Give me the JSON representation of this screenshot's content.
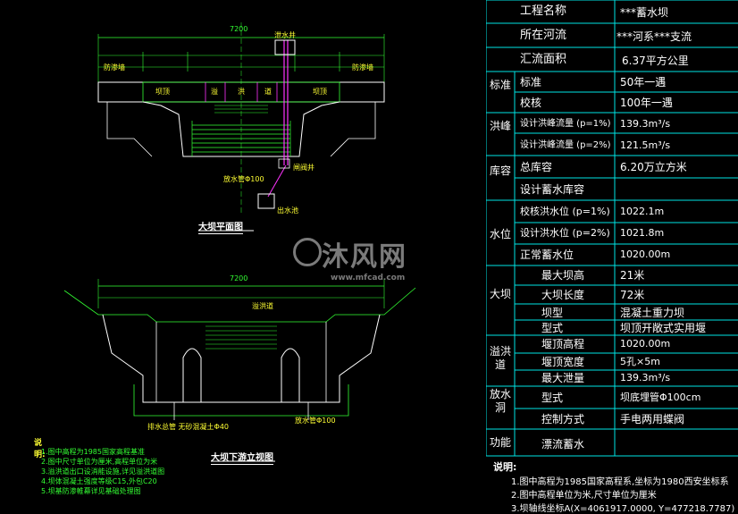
{
  "drawing": {
    "plan_title": "大坝平面图",
    "section_title": "大坝下游立视图",
    "labels": {
      "overflow_plan": "泄水井",
      "fill_left": "防渗墙",
      "fill_right": "防渗墙",
      "dam_crest_left": "坝顶",
      "spillway_mid1": "溢",
      "spillway_mid2": "洪",
      "spillway_mid3": "道",
      "dam_crest_right": "坝顶",
      "outlet_pipe": "放水管Φ100",
      "control_valve": "闸阀井",
      "stilling": "出水池",
      "section_top": "溢洪道",
      "section_pipe": "排水总管 无砂混凝土Φ40",
      "section_pipe_right": "放水管Φ100",
      "dim_total_plan": "7200",
      "dim_total_section": "7200"
    },
    "notes_left": {
      "title": "说明:",
      "lines": [
        "1.图中高程为1985国家高程基准",
        "2.图中尺寸单位为厘米,高程单位为米",
        "3.溢洪道出口设消能设施,详见溢洪道图",
        "4.坝体混凝土强度等级C15,外包C20",
        "5.坝基防渗帷幕详见基础处理图"
      ]
    }
  },
  "table": {
    "rows": [
      {
        "category": "",
        "name": "工程名称",
        "value": "***蓄水坝"
      },
      {
        "category": "",
        "name": "所在河流",
        "value": "***河系***支流"
      },
      {
        "category": "",
        "name": "汇流面积",
        "value": "6.37平方公里"
      },
      {
        "category": "标准",
        "name": "标准",
        "value": "50年一遇"
      },
      {
        "category": "",
        "name": "校核",
        "value": "100年一遇"
      },
      {
        "category": "洪峰",
        "name": "设计洪峰流量 (p=1%)",
        "value": "139.3m³/s"
      },
      {
        "category": "",
        "name": "设计洪峰流量 (p=2%)",
        "value": "121.5m³/s"
      },
      {
        "category": "库容",
        "name": "总库容",
        "value": "6.20万立方米"
      },
      {
        "category": "",
        "name": "设计蓄水库容",
        "value": ""
      },
      {
        "category": "水位",
        "name": "校核洪水位 (p=1%)",
        "value": "1022.1m"
      },
      {
        "category": "",
        "name": "设计洪水位 (p=2%)",
        "value": "1021.8m"
      },
      {
        "category": "",
        "name": "正常蓄水位",
        "value": "1020.00m"
      },
      {
        "category": "大坝",
        "name": "最大坝高",
        "value": "21米"
      },
      {
        "category": "",
        "name": "大坝长度",
        "value": "72米"
      },
      {
        "category": "",
        "name": "坝型",
        "value": "混凝土重力坝"
      },
      {
        "category": "",
        "name": "型式",
        "value": "坝顶开敞式实用堰"
      },
      {
        "category": "溢洪道",
        "name": "堰顶高程",
        "value": "1020.00m"
      },
      {
        "category": "",
        "name": "堰顶宽度",
        "value": "5孔×5m"
      },
      {
        "category": "",
        "name": "最大泄量",
        "value": "139.3m³/s"
      },
      {
        "category": "放水洞",
        "name": "型式",
        "value": "坝底埋管Φ100cm"
      },
      {
        "category": "",
        "name": "控制方式",
        "value": "手电两用蝶阀"
      },
      {
        "category": "功能",
        "name": "漂流蓄水",
        "value": ""
      }
    ],
    "cat_labels": {
      "biaozhun": "标准",
      "hongfeng": "洪峰",
      "kurong": "库容",
      "shuiwei": "水位",
      "daba": "大坝",
      "yihongdao": "溢洪道",
      "fangshuidong": "放水洞",
      "gongneng": "功能"
    },
    "notes": {
      "title": "说明:",
      "lines": [
        "1.图中高程为1985国家高程系,坐标为1980西安坐标系",
        "2.图中高程单位为米,尺寸单位为厘米",
        "3.坝轴线坐标A(X=4061917.0000, Y=477218.7787)"
      ]
    }
  },
  "watermark": {
    "brand": "沐风网",
    "url": "www.mfcad.com"
  },
  "colors": {
    "background": "#000000",
    "table_lines": "#00e5e5",
    "cad_green": "#33ff33",
    "cad_yellow": "#ffff33",
    "cad_magenta": "#ff33ff",
    "cad_white": "#ffffff"
  }
}
